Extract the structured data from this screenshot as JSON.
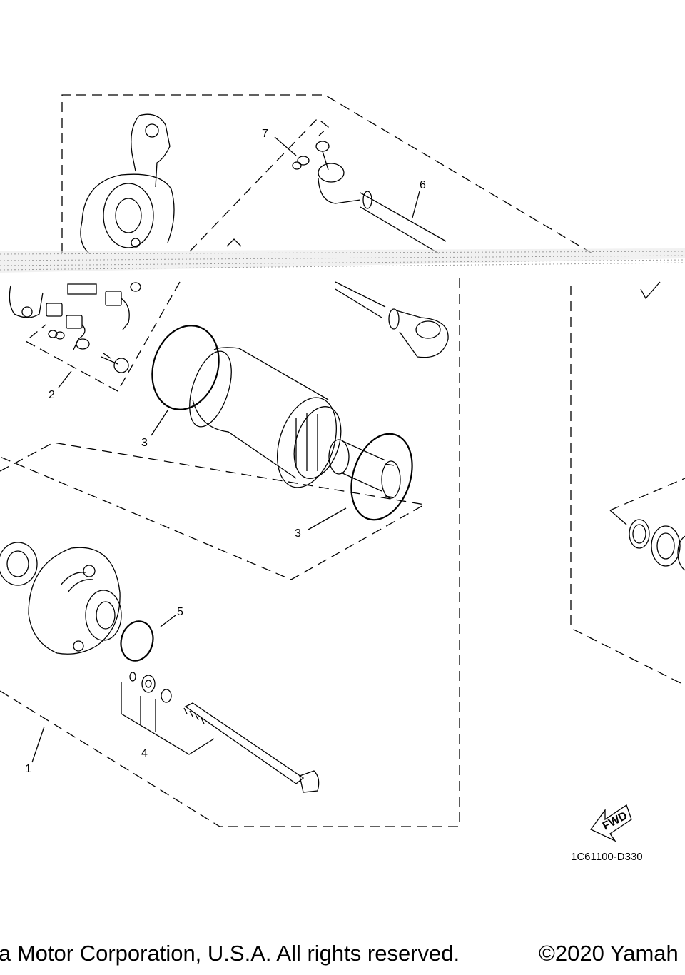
{
  "part_labels": [
    "1",
    "2",
    "3",
    "3",
    "4",
    "5",
    "6",
    "7"
  ],
  "diagram_code": "1C61100-D330",
  "fwd_label": "FWD",
  "footer": {
    "left": "a Motor Corporation, U.S.A. All rights reserved.",
    "right": "©2020 Yamah"
  },
  "icons": [
    "fwd-arrow-icon"
  ]
}
